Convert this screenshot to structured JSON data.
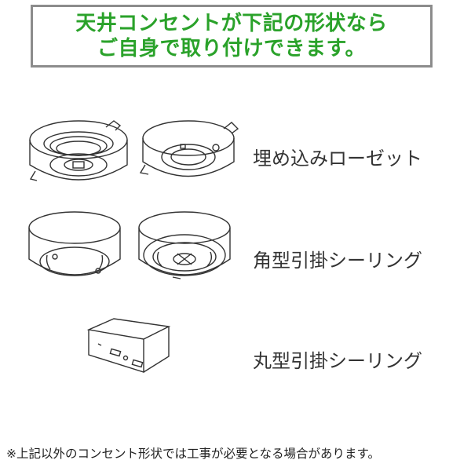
{
  "header": {
    "line1": "天井コンセントが下記の形状なら",
    "line2": "ご自身で取り付けできます。"
  },
  "items": [
    {
      "label": "埋め込みローゼット"
    },
    {
      "label": "角型引掛シーリング"
    },
    {
      "label": "丸型引掛シーリング"
    }
  ],
  "note": "※上記以外のコンセント形状では工事が必要となる場合があります。",
  "colors": {
    "header_text": "#2aa22a",
    "header_border": "#8c8c8c"
  }
}
